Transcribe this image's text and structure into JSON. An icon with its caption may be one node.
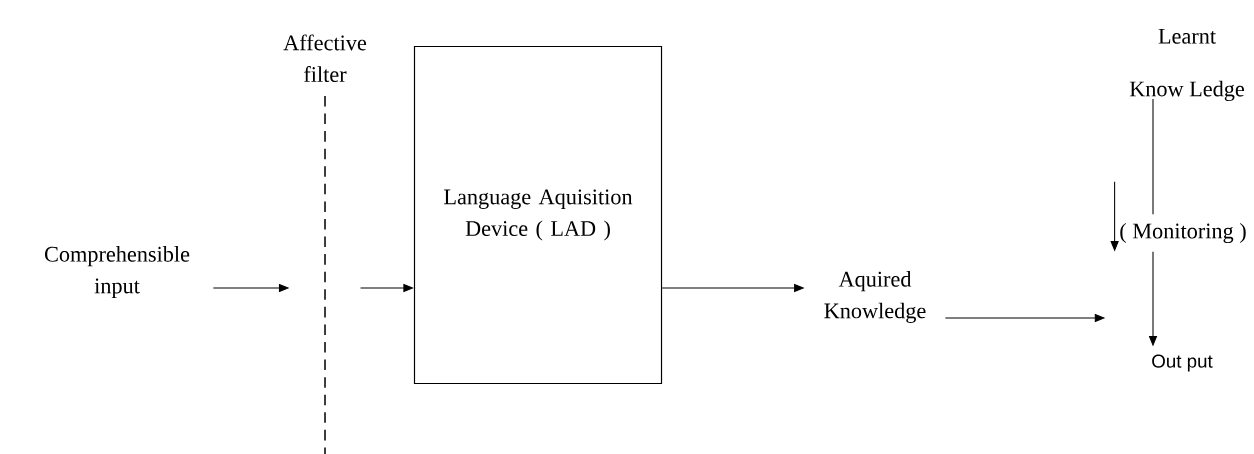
{
  "diagram": {
    "nodes": [
      {
        "text": [
          "Comprehensible input"
        ]
      },
      {
        "text": [
          "Affective filter"
        ]
      },
      {
        "text": [
          "Language Aquisition Device ( LAD )"
        ]
      },
      {
        "text": [
          "Aquired Knowledge"
        ]
      },
      {
        "text": [
          "Out put"
        ]
      },
      {
        "text": [
          "Learnt",
          "Know Ledge"
        ]
      },
      {
        "text": [
          "( Monitoring )"
        ]
      }
    ],
    "edges": [
      {
        "from": 0,
        "to": 1,
        "arrow": "to"
      },
      {
        "from": 1,
        "to": 2,
        "arrow": "to"
      },
      {
        "from": 2,
        "to": 3,
        "arrow": "to"
      },
      {
        "from": 3,
        "to": 4,
        "arrow": "to"
      },
      {
        "from": 5,
        "to": 6,
        "arrow": "none"
      },
      {
        "from": 6,
        "to": 4,
        "arrow": "to"
      },
      {
        "from": null,
        "to": 6,
        "arrow": "to"
      }
    ]
  }
}
